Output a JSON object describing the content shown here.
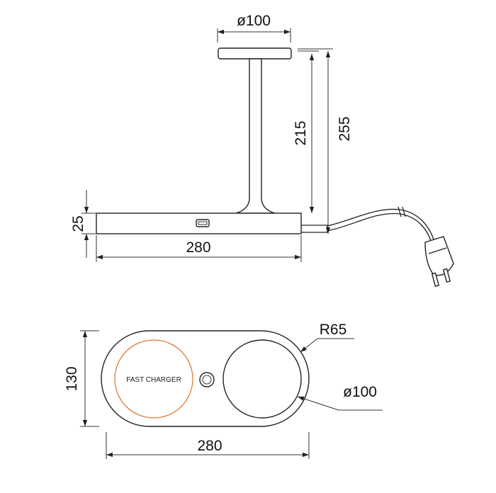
{
  "side_view": {
    "dim_top_diameter": "ø100",
    "dim_stem_height": "215",
    "dim_total_height": "255",
    "dim_base_height": "25",
    "dim_base_length": "280"
  },
  "top_view": {
    "dim_radius": "R65",
    "dim_width": "130",
    "dim_length": "280",
    "dim_pad_diameter": "ø100",
    "charger_label": "FAST CHARGER"
  },
  "colors": {
    "line": "#222222",
    "charger_ring": "#e07b3a"
  }
}
